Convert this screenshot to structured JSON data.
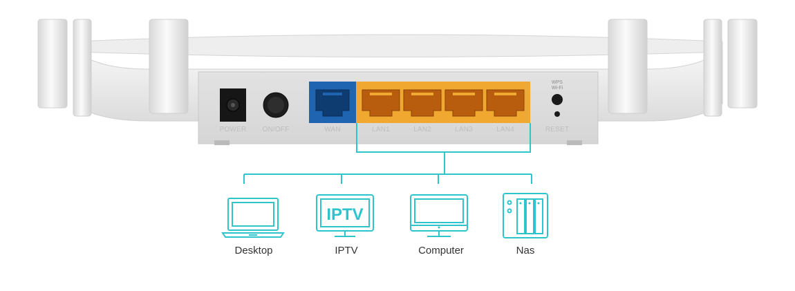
{
  "router": {
    "ports": {
      "power": "POWER",
      "onoff": "ON/OFF",
      "wan": "WAN",
      "lan1": "LAN1",
      "lan2": "LAN2",
      "lan3": "LAN3",
      "lan4": "LAN4",
      "reset": "RESET"
    },
    "wps_line1": "WPS",
    "wps_line2": "Wi-Fi"
  },
  "devices": [
    {
      "label": "Desktop",
      "icon": "laptop-icon"
    },
    {
      "label": "IPTV",
      "icon": "iptv-icon",
      "screen_text": "IPTV"
    },
    {
      "label": "Computer",
      "icon": "monitor-icon"
    },
    {
      "label": "Nas",
      "icon": "nas-icon"
    }
  ],
  "colors": {
    "accent": "#2ec4cc",
    "wan": "#1e64b0",
    "lan": "#f0a830",
    "body": "#e4e4e4"
  }
}
